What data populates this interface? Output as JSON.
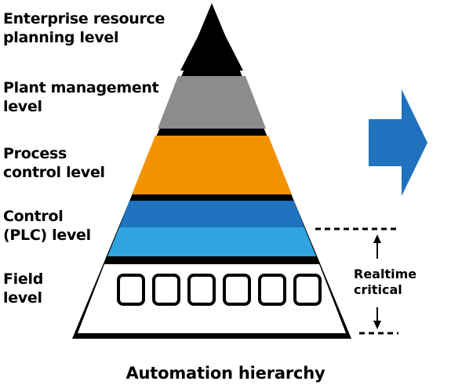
{
  "levels": [
    {
      "line1": "Enterprise resource",
      "line2": "planning level",
      "color": "#000000"
    },
    {
      "line1": "Plant management",
      "line2": "level",
      "color": "#8c8c8c"
    },
    {
      "line1": "Process",
      "line2": "control level",
      "color": "#f39200"
    },
    {
      "line1": "Control",
      "line2": "(PLC) level",
      "colors": [
        "#1f72bd",
        "#2fa4e0"
      ]
    },
    {
      "line1": "Field",
      "line2": "level",
      "color": "#ffffff",
      "device_count": 6
    }
  ],
  "realtime": {
    "line1": "Realtime",
    "line2": "critical"
  },
  "caption": "Automation hierarchy",
  "arrow_color": "#1f72bd"
}
